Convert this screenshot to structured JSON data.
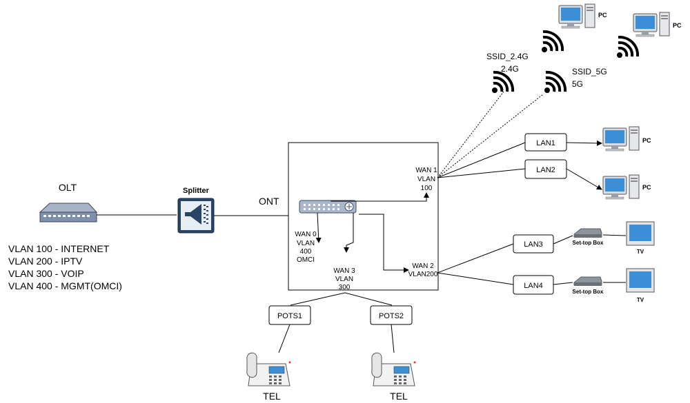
{
  "olt": {
    "label": "OLT"
  },
  "vlans": [
    "VLAN 100 - INTERNET",
    "VLAN 200 - IPTV",
    "VLAN 300 - VOIP",
    "VLAN 400 - MGMT(OMCI)"
  ],
  "splitter": {
    "label": "Splitter"
  },
  "ont": {
    "label": "ONT"
  },
  "wan0": {
    "line1": "WAN 0",
    "line2": "VLAN",
    "line3": "400",
    "line4": "OMCI"
  },
  "wan1": {
    "line1": "WAN 1",
    "line2": "VLAN",
    "line3": "100"
  },
  "wan2": {
    "line1": "WAN 2",
    "line2": "VLAN200"
  },
  "wan3": {
    "line1": "WAN 3",
    "line2": "VLAN",
    "line3": "300"
  },
  "lan": [
    "LAN1",
    "LAN2",
    "LAN3",
    "LAN4"
  ],
  "pots": [
    "POTS1",
    "POTS2"
  ],
  "tel": [
    "TEL",
    "TEL"
  ],
  "ssid24": {
    "line1": "SSID_2.4G",
    "line2": "2.4G"
  },
  "ssid5": {
    "line1": "SSID_5G",
    "line2": "5G"
  },
  "pc_label": "PC",
  "stb_label": "Set-top Box",
  "tv_label": "TV"
}
